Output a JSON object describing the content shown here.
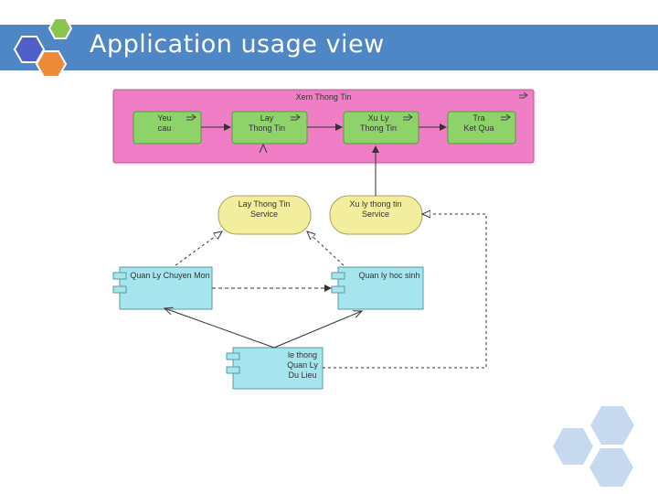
{
  "slide": {
    "title": "Application usage view"
  },
  "diagram": {
    "container": {
      "label": "Xem Thong Tin"
    },
    "steps": [
      {
        "line1": "Yeu",
        "line2": "cau"
      },
      {
        "line1": "Lay",
        "line2": "Thong Tin"
      },
      {
        "line1": "Xu Ly",
        "line2": "Thong Tin"
      },
      {
        "line1": "Tra",
        "line2": "Ket Qua"
      }
    ],
    "services": [
      {
        "line1": "Lay Thong Tin",
        "line2": "Service"
      },
      {
        "line1": "Xu ly thong tin",
        "line2": "Service"
      }
    ],
    "components": {
      "chuyen_mon": {
        "label": "Quan Ly Chuyen Mon"
      },
      "hoc_sinh": {
        "label": "Quan ly hoc sinh"
      },
      "du_lieu": {
        "line1": "le thong",
        "line2": "Quan Ly",
        "line3": "Du Lieu"
      }
    }
  },
  "colors": {
    "header": "#4e86c6",
    "container_fill": "#f07ec6",
    "step_fill": "#8ed26a",
    "service_fill": "#f2ee9e",
    "component_fill": "#a6e4ee"
  }
}
